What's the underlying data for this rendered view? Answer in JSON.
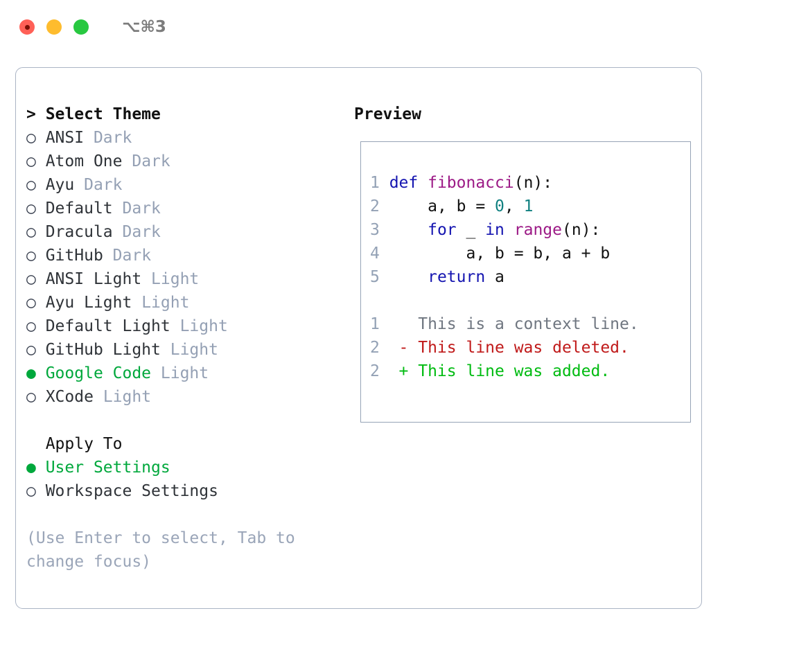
{
  "window": {
    "shortcut": "⌥⌘3",
    "traffic_lights": [
      {
        "name": "close",
        "color": "#ff6057"
      },
      {
        "name": "minimize",
        "color": "#febc2e"
      },
      {
        "name": "maximize",
        "color": "#28c840"
      }
    ]
  },
  "theme_picker": {
    "heading": "> Select Theme",
    "selected_marker": "●",
    "unselected_marker": "○",
    "themes": [
      {
        "marker": "○",
        "name": "ANSI",
        "kind": "Dark",
        "selected": false
      },
      {
        "marker": "○",
        "name": "Atom One",
        "kind": "Dark",
        "selected": false
      },
      {
        "marker": "○",
        "name": "Ayu",
        "kind": "Dark",
        "selected": false
      },
      {
        "marker": "○",
        "name": "Default",
        "kind": "Dark",
        "selected": false
      },
      {
        "marker": "○",
        "name": "Dracula",
        "kind": "Dark",
        "selected": false
      },
      {
        "marker": "○",
        "name": "GitHub",
        "kind": "Dark",
        "selected": false
      },
      {
        "marker": "○",
        "name": "ANSI Light",
        "kind": "Light",
        "selected": false
      },
      {
        "marker": "○",
        "name": "Ayu Light",
        "kind": "Light",
        "selected": false
      },
      {
        "marker": "○",
        "name": "Default Light",
        "kind": "Light",
        "selected": false
      },
      {
        "marker": "○",
        "name": "GitHub Light",
        "kind": "Light",
        "selected": false
      },
      {
        "marker": "●",
        "name": "Google Code",
        "kind": "Light",
        "selected": true
      },
      {
        "marker": "○",
        "name": "XCode",
        "kind": "Light",
        "selected": false
      }
    ]
  },
  "apply_to": {
    "heading": "Apply To",
    "options": [
      {
        "marker": "●",
        "label": "User Settings",
        "selected": true
      },
      {
        "marker": "○",
        "label": "Workspace Settings",
        "selected": false
      }
    ]
  },
  "hint": "(Use Enter to select, Tab to change focus)",
  "preview": {
    "heading": "Preview",
    "code_lines": [
      {
        "num": "1",
        "tokens": [
          {
            "t": "def ",
            "c": "kw"
          },
          {
            "t": "fibonacci",
            "c": "fn"
          },
          {
            "t": "(n):",
            "c": "pln"
          }
        ]
      },
      {
        "num": "2",
        "tokens": [
          {
            "t": "    a, b = ",
            "c": "pln"
          },
          {
            "t": "0",
            "c": "num"
          },
          {
            "t": ", ",
            "c": "pln"
          },
          {
            "t": "1",
            "c": "num"
          }
        ]
      },
      {
        "num": "3",
        "tokens": [
          {
            "t": "    ",
            "c": "pln"
          },
          {
            "t": "for",
            "c": "kw"
          },
          {
            "t": " _ ",
            "c": "pln"
          },
          {
            "t": "in",
            "c": "kw"
          },
          {
            "t": " ",
            "c": "pln"
          },
          {
            "t": "range",
            "c": "fn"
          },
          {
            "t": "(n):",
            "c": "pln"
          }
        ]
      },
      {
        "num": "4",
        "tokens": [
          {
            "t": "        a, b = b, a + b",
            "c": "pln"
          }
        ]
      },
      {
        "num": "5",
        "tokens": [
          {
            "t": "    ",
            "c": "pln"
          },
          {
            "t": "return",
            "c": "kw"
          },
          {
            "t": " a",
            "c": "pln"
          }
        ]
      }
    ],
    "diff_lines": [
      {
        "num": "1",
        "sign": " ",
        "text": " This is a context line.",
        "kind": "ctx"
      },
      {
        "num": "2",
        "sign": "-",
        "text": " This line was deleted.",
        "kind": "del"
      },
      {
        "num": "2",
        "sign": "+",
        "text": " This line was added.",
        "kind": "add"
      }
    ]
  },
  "colors": {
    "accent_green": "#00a83c",
    "diff_add": "#00bb11",
    "diff_del": "#c01a1a",
    "muted": "#94a0b4",
    "keyword": "#1414b0",
    "function": "#9c1a86",
    "number": "#108080",
    "border": "#aab4c4"
  }
}
